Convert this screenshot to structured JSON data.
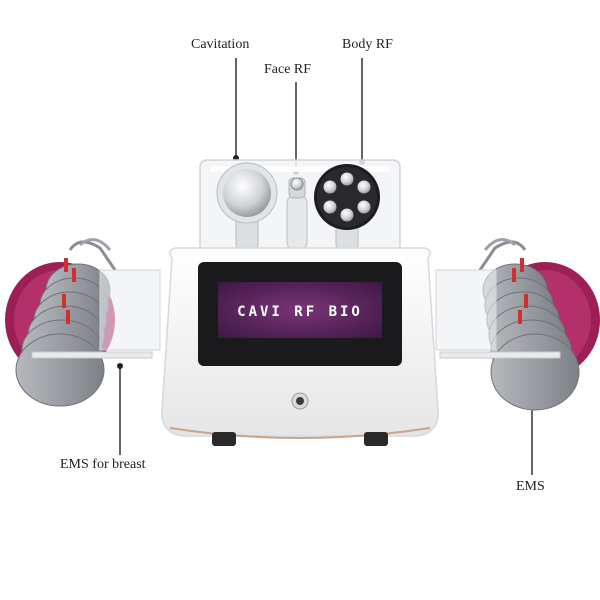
{
  "labels": {
    "cavitation": "Cavitation",
    "face_rf": "Face RF",
    "body_rf": "Body RF",
    "ems_breast": "EMS for breast",
    "ems": "EMS"
  },
  "screen": {
    "text": "CAVI RF BIO"
  },
  "colors": {
    "body": "#f4f4f4",
    "screen_bg": "#6b2a6d",
    "cup_rim": "#a3265a",
    "pad_gray": "#9b9ea3",
    "wire_red": "#d13030"
  }
}
